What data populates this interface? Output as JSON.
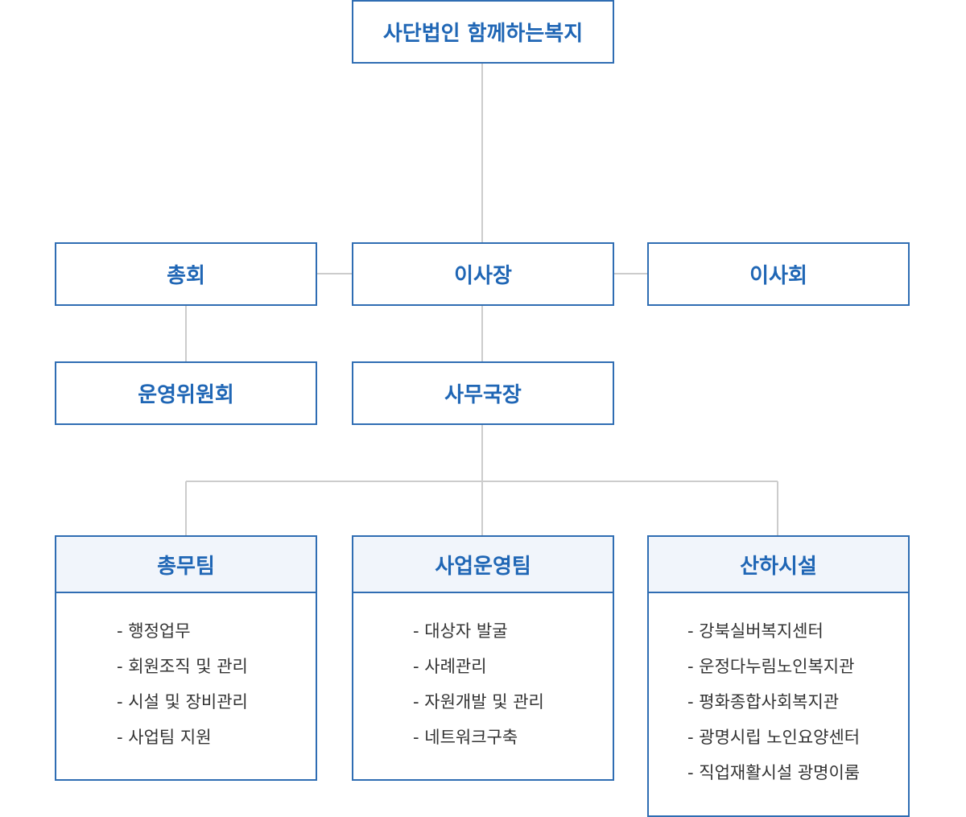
{
  "org": {
    "top": "사단법인 함께하는복지",
    "general_assembly": "총회",
    "chairman": "이사장",
    "board": "이사회",
    "operating_committee": "운영위원회",
    "secretary_general": "사무국장"
  },
  "teams": [
    {
      "title": "총무팀",
      "items": [
        "- 행정업무",
        "- 회원조직 및 관리",
        "- 시설 및 장비관리",
        "- 사업팀 지원"
      ]
    },
    {
      "title": "사업운영팀",
      "items": [
        "- 대상자 발굴",
        "- 사례관리",
        "- 자원개발 및 관리",
        "- 네트워크구축"
      ]
    },
    {
      "title": "산하시설",
      "items": [
        "- 강북실버복지센터",
        "- 운정다누림노인복지관",
        "- 평화종합사회복지관",
        "- 광명시립 노인요양센터",
        "- 직업재활시설 광명이룸"
      ]
    }
  ],
  "colors": {
    "border": "#2f6db3",
    "title_text": "#1f66b5",
    "connector": "#cccccc",
    "team_header_bg": "#f1f5fb",
    "item_text": "#333333"
  }
}
